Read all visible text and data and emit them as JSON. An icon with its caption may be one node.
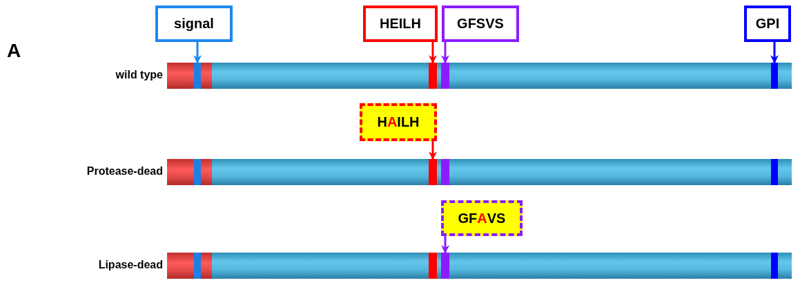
{
  "diagram": {
    "nodes": [
      {
        "text": [
          "signal"
        ]
      },
      {
        "text": [
          "HEILH"
        ]
      },
      {
        "text": [
          "GFSVS"
        ]
      },
      {
        "text": [
          "GPI"
        ]
      },
      {
        "text": [
          "wild type"
        ]
      },
      {
        "text": [],
        "shape": "bar",
        "in": 4
      },
      {
        "text": [],
        "shape": "bar",
        "in": 4
      },
      {
        "text": [],
        "shape": "bar",
        "in": 4
      },
      {
        "text": [],
        "shape": "bar",
        "in": 4
      },
      {
        "text": [
          "HAILH"
        ]
      },
      {
        "text": [
          "Protease-dead"
        ]
      },
      {
        "text": [],
        "shape": "bar",
        "in": 10
      },
      {
        "text": [],
        "shape": "bar",
        "in": 10
      },
      {
        "text": [],
        "shape": "bar",
        "in": 10
      },
      {
        "text": [],
        "shape": "bar",
        "in": 10
      },
      {
        "text": [
          "GFAVS"
        ]
      },
      {
        "text": [
          "Lipase-dead"
        ]
      },
      {
        "text": [],
        "shape": "bar",
        "in": 16
      },
      {
        "text": [],
        "shape": "bar",
        "in": 16
      },
      {
        "text": [],
        "shape": "bar",
        "in": 16
      },
      {
        "text": [],
        "shape": "bar",
        "in": 16
      }
    ],
    "edges": [
      {
        "from": 0,
        "to": 5,
        "arrow": "to",
        "color": "#1e88f0"
      },
      {
        "from": 1,
        "to": 6,
        "arrow": "to",
        "color": "#ff0000"
      },
      {
        "from": 2,
        "to": 7,
        "arrow": "to",
        "color": "#8b1cff"
      },
      {
        "from": 3,
        "to": 8,
        "arrow": "to",
        "color": "#0000ff"
      },
      {
        "from": 9,
        "to": 12,
        "arrow": "to",
        "color": "#ff0000"
      },
      {
        "from": 15,
        "to": 19,
        "arrow": "to",
        "color": "#8b1cff"
      }
    ],
    "labels": [
      "A"
    ]
  }
}
